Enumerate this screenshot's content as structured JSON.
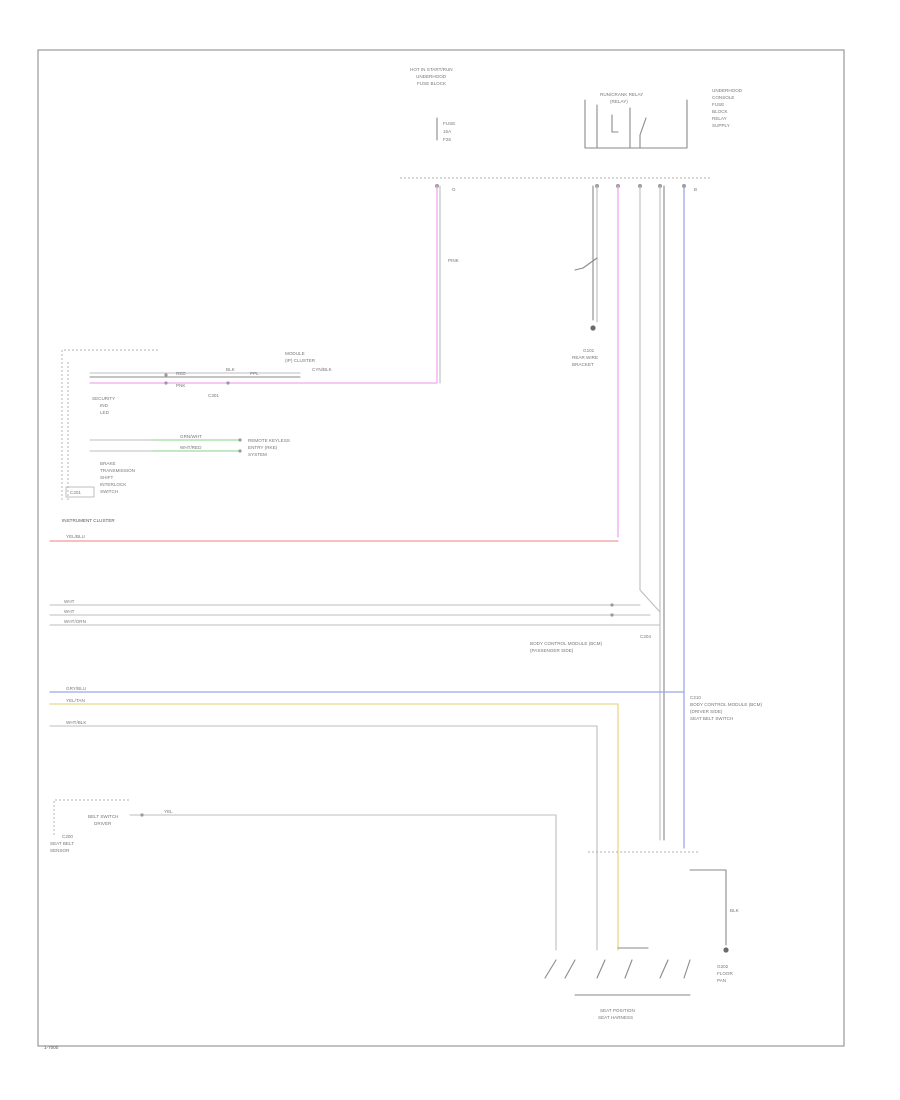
{
  "labels": {
    "top_center_1": "HOT IN START/RUN",
    "top_center_2": "UNDERHOOD",
    "top_center_3": "FUSE BLOCK",
    "fuse_a": "FUSE",
    "fuse_b": "15A",
    "fuse_c": "F26",
    "relay_top": "RUN/CRANK RELAY",
    "relay_top_2": "(RELAY)",
    "right_block_1": "UNDERHOOD",
    "right_block_2": "CONSOLE",
    "right_block_3": "FUSE",
    "right_block_4": "BLOCK",
    "right_block_5": "RELAY",
    "right_block_6": "SUPPLY",
    "pin_a": "G",
    "pin_b": "B",
    "wire_vert_pink": "PINK",
    "ground_1": "G101",
    "ground_2": "REAR WIRE",
    "ground_3": "BRACKET",
    "cluster_module_1": "MODULE",
    "cluster_module_2": "(IP) CLUSTER",
    "cluster_row1_a": "RED",
    "cluster_row1_b": "BLK",
    "cluster_row1_c": "CYN/BLK",
    "cluster_row1_d": "PPL",
    "cluster_row2_a": "PNK",
    "cluster_row2_b": "C301",
    "cluster_side_1": "SECURITY",
    "cluster_side_2": "IND",
    "cluster_side_3": "LED",
    "cluster_green_1": "GRN/WHT",
    "cluster_green_2": "WHT/RED",
    "cluster_green_note_1": "REMOTE KEYLESS",
    "cluster_green_note_2": "ENTRY (RKE)",
    "cluster_green_note_3": "SYSTEM",
    "cluster_box_1": "BRAKE",
    "cluster_box_2": "TRANSMISSION",
    "cluster_box_3": "SHIFT",
    "cluster_box_4": "INTERLOCK",
    "cluster_box_5": "SWITCH",
    "cluster_box_id": "C201",
    "cluster_title": "INSTRUMENT CLUSTER",
    "row_red": "YEL/BLU",
    "row_gray_1": "WHT",
    "row_gray_2": "WHT",
    "row_gray_3": "WHT/ORN",
    "splice_right_1": "C204",
    "splice_right_2": "BODY CONTROL MODULE (BCM)",
    "splice_right_3": "(PASSENGER SIDE)",
    "row_blue": "GRY/BLU",
    "row_yellow": "YEL/TAN",
    "row_gray_4": "WHT/BLK",
    "right_note_1": "C210",
    "right_note_2": "BODY CONTROL MODULE (BCM)",
    "right_note_3": "(DRIVER SIDE)",
    "right_note_4": "SEAT BELT SWITCH",
    "bottom_left_1": "BELT SWITCH",
    "bottom_left_2": "DRIVER",
    "bottom_left_3": "C200",
    "bottom_left_4": "SEAT BELT",
    "bottom_left_5": "SENSOR",
    "bottom_wire": "YEL",
    "bottom_ground_1": "BLK",
    "bottom_ground_2": "G202",
    "bottom_ground_3": "FLOOR",
    "bottom_ground_4": "PAN",
    "bottom_center_1": "SEAT POSITION",
    "bottom_center_2": "SEAT HARNESS",
    "corner": "1-7000"
  }
}
